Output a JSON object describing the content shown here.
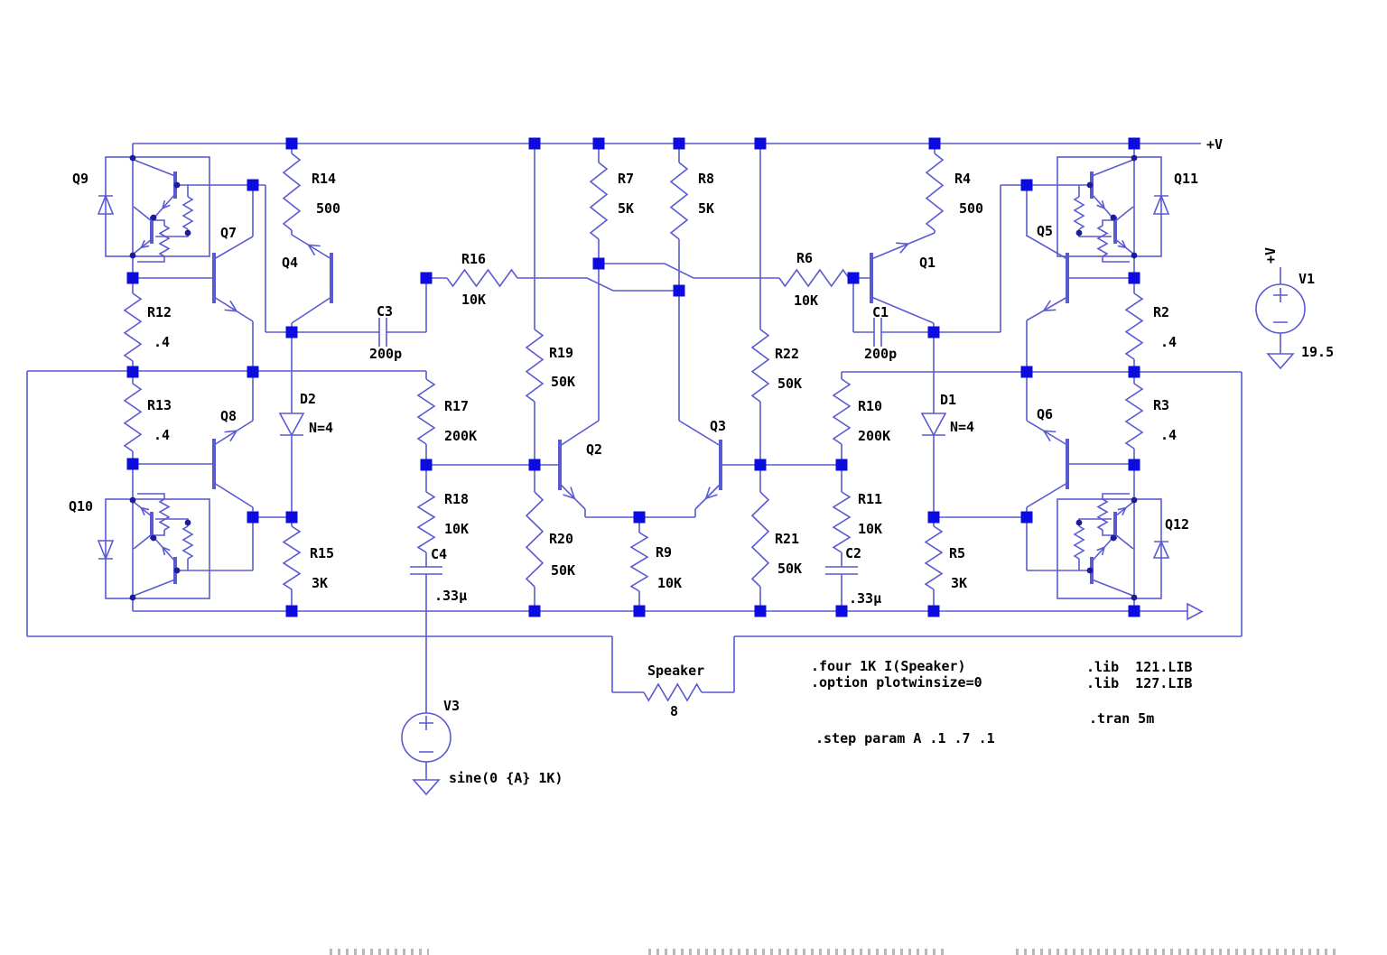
{
  "power_rail": {
    "label": "+V"
  },
  "components": {
    "Q1": {
      "name": "Q1"
    },
    "Q2": {
      "name": "Q2"
    },
    "Q3": {
      "name": "Q3"
    },
    "Q4": {
      "name": "Q4"
    },
    "Q5": {
      "name": "Q5"
    },
    "Q6": {
      "name": "Q6"
    },
    "Q7": {
      "name": "Q7"
    },
    "Q8": {
      "name": "Q8"
    },
    "Q9": {
      "name": "Q9"
    },
    "Q10": {
      "name": "Q10"
    },
    "Q11": {
      "name": "Q11"
    },
    "Q12": {
      "name": "Q12"
    },
    "R2": {
      "name": "R2",
      "value": ".4"
    },
    "R3": {
      "name": "R3",
      "value": ".4"
    },
    "R4": {
      "name": "R4",
      "value": "500"
    },
    "R5": {
      "name": "R5",
      "value": "3K"
    },
    "R6": {
      "name": "R6",
      "value": "10K"
    },
    "R7": {
      "name": "R7",
      "value": "5K"
    },
    "R8": {
      "name": "R8",
      "value": "5K"
    },
    "R9": {
      "name": "R9",
      "value": "10K"
    },
    "R10": {
      "name": "R10",
      "value": "200K"
    },
    "R11": {
      "name": "R11",
      "value": "10K"
    },
    "R12": {
      "name": "R12",
      "value": ".4"
    },
    "R13": {
      "name": "R13",
      "value": ".4"
    },
    "R14": {
      "name": "R14",
      "value": "500"
    },
    "R15": {
      "name": "R15",
      "value": "3K"
    },
    "R16": {
      "name": "R16",
      "value": "10K"
    },
    "R17": {
      "name": "R17",
      "value": "200K"
    },
    "R18": {
      "name": "R18",
      "value": "10K"
    },
    "R19": {
      "name": "R19",
      "value": "50K"
    },
    "R20": {
      "name": "R20",
      "value": "50K"
    },
    "R21": {
      "name": "R21",
      "value": "50K"
    },
    "R22": {
      "name": "R22",
      "value": "50K"
    },
    "C1": {
      "name": "C1",
      "value": "200p"
    },
    "C2": {
      "name": "C2",
      "value": ".33µ"
    },
    "C3": {
      "name": "C3",
      "value": "200p"
    },
    "C4": {
      "name": "C4",
      "value": ".33µ"
    },
    "D1": {
      "name": "D1",
      "value": "N=4"
    },
    "D2": {
      "name": "D2",
      "value": "N=4"
    },
    "V1": {
      "name": "V1",
      "value": "19.5",
      "terminal": "+V"
    },
    "V3": {
      "name": "V3",
      "value": "sine(0 {A} 1K)"
    },
    "Speaker": {
      "name": "Speaker",
      "value": "8"
    }
  },
  "directives": {
    "four": ".four 1K I(Speaker)",
    "option": ".option plotwinsize=0",
    "step": ".step param A .1 .7 .1",
    "lib1": ".lib  121.LIB",
    "lib2": ".lib  127.LIB",
    "tran": ".tran 5m"
  }
}
